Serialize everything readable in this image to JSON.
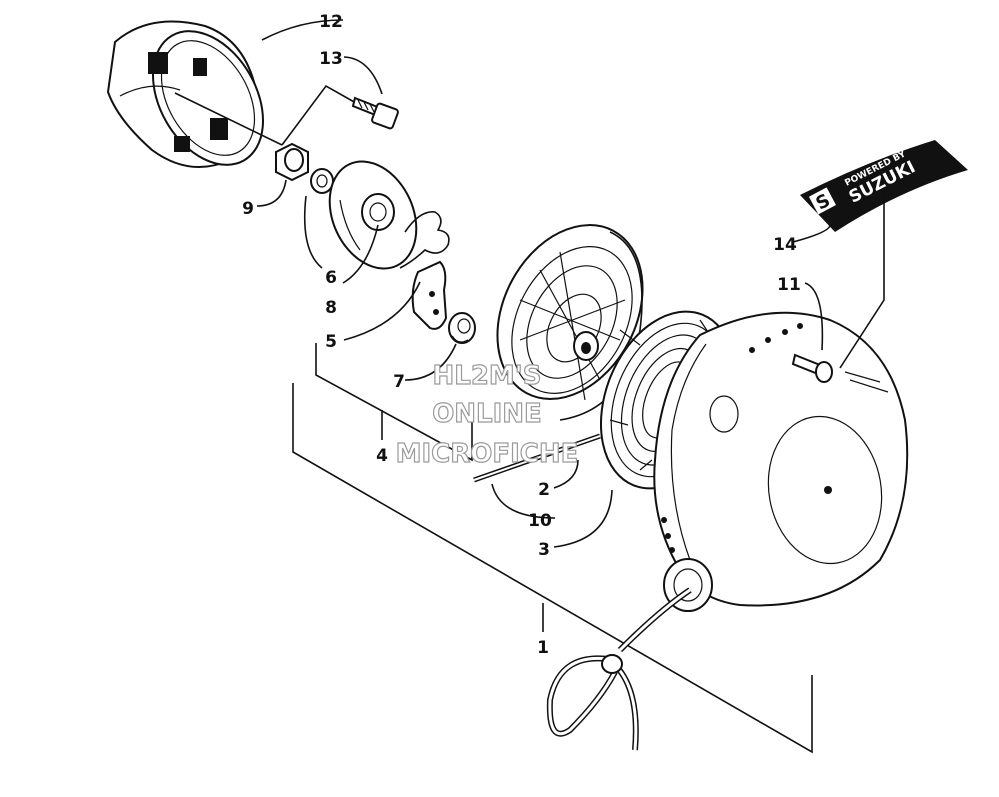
{
  "callouts": {
    "c1": "1",
    "c2": "2",
    "c3": "3",
    "c4": "4",
    "c5": "5",
    "c6": "6",
    "c7": "7",
    "c8": "8",
    "c9": "9",
    "c10": "10",
    "c11": "11",
    "c12": "12",
    "c13": "13",
    "c14": "14"
  },
  "watermark": {
    "line1": "HL2M'S",
    "line2": "ONLINE",
    "line3": "MICROFICHE"
  },
  "decal": {
    "powered_by": "POWERED BY",
    "brand": "SUZUKI",
    "logo_letter": "S"
  }
}
